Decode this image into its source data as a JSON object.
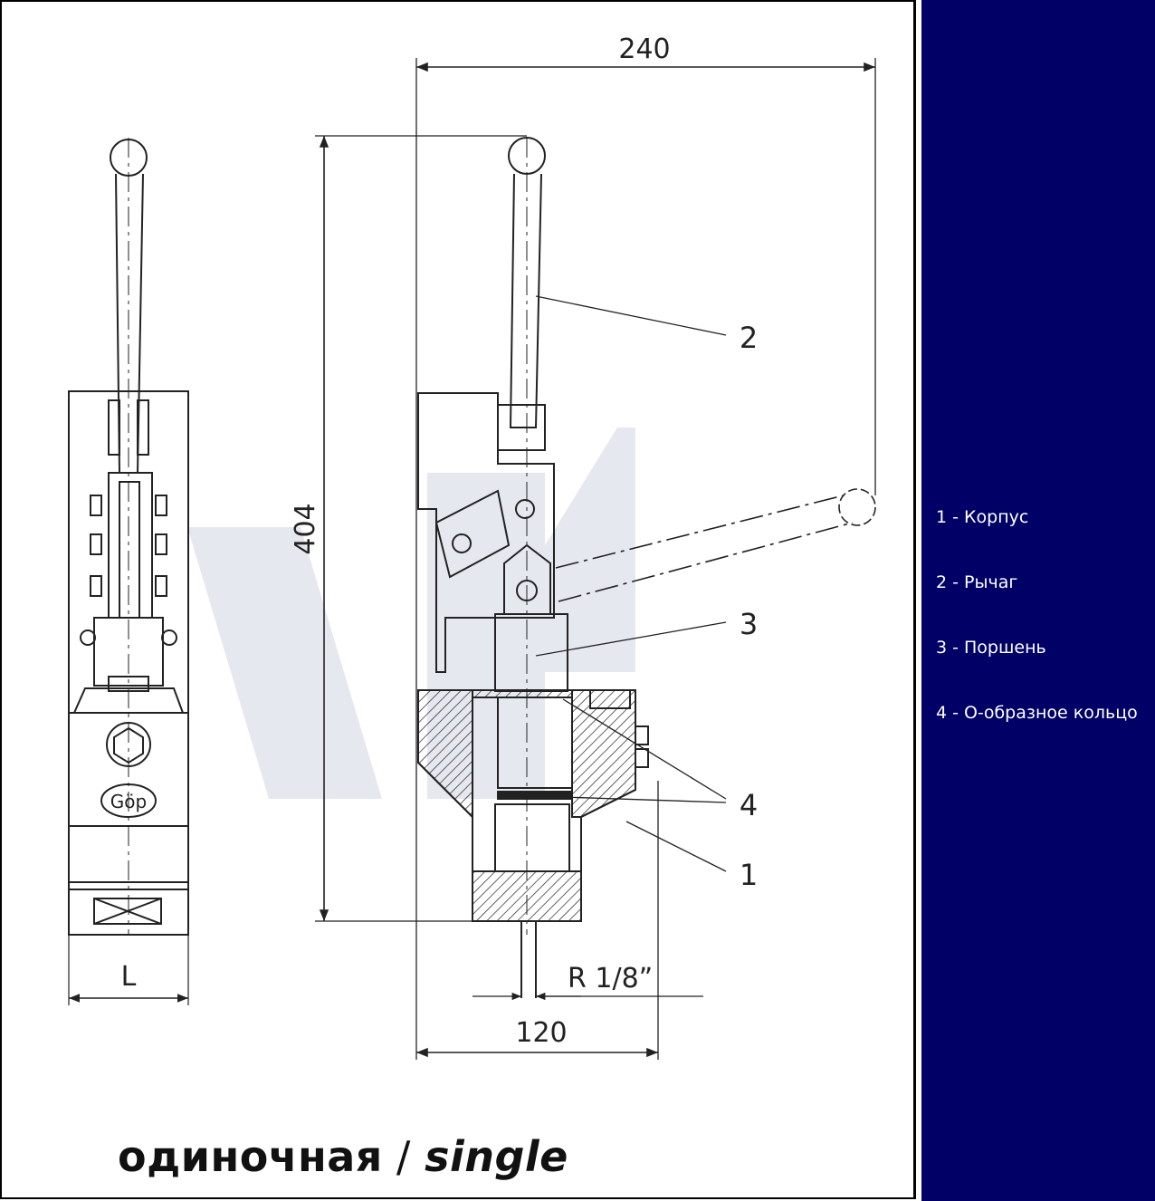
{
  "drawing": {
    "dimensions": {
      "width_top": "240",
      "height": "404",
      "base_width": "120",
      "thread": "R 1/8”",
      "side_width": "L"
    },
    "callouts": [
      "1",
      "2",
      "3",
      "4"
    ],
    "nameplate": "Göp",
    "caption_ru": "одиночная",
    "caption_separator": " / ",
    "caption_en": "single"
  },
  "legend": {
    "items": [
      "1 - Корпус",
      "2 - Рычаг",
      "3 - Поршень",
      "4 - О-образное кольцо"
    ]
  },
  "colors": {
    "panel_background": "#000066",
    "panel_text": "#ffffff",
    "line": "#222222",
    "watermark": "#e6e8ef"
  }
}
